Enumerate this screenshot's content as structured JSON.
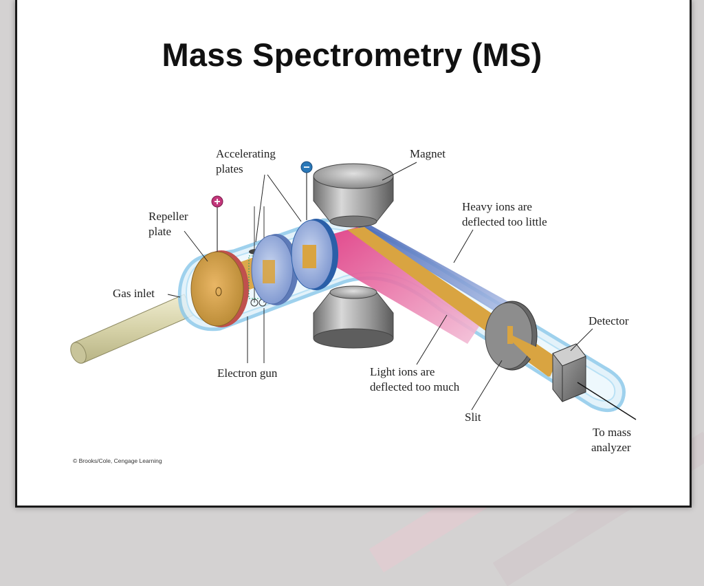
{
  "title": "Mass Spectrometry (MS)",
  "labels": {
    "accelerating_plates": [
      "Accelerating",
      "plates"
    ],
    "magnet": "Magnet",
    "repeller_plate": [
      "Repeller",
      "plate"
    ],
    "heavy_ions": [
      "Heavy ions are",
      "deflected too little"
    ],
    "gas_inlet": "Gas inlet",
    "detector": "Detector",
    "electron_gun": "Electron gun",
    "light_ions": [
      "Light ions are",
      "deflected too much"
    ],
    "slit": "Slit",
    "to_mass_analyzer": [
      "To mass",
      "analyzer"
    ]
  },
  "credit": "© Brooks/Cole, Cengage Learning",
  "colors": {
    "plus_terminal": "#c2367a",
    "minus_terminal": "#2a78b8",
    "light_ion_beam": "#e0357f",
    "heavy_ion_beam": "#3a5bb0",
    "main_beam": "#d9a441"
  },
  "icons": {
    "plus_terminal": "plus-icon",
    "minus_terminal": "minus-icon"
  }
}
